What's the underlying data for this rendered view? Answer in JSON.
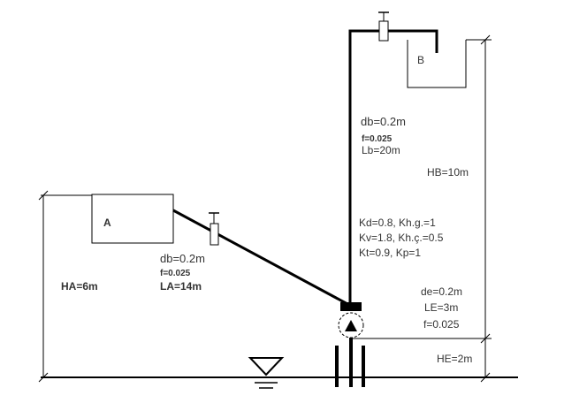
{
  "tanks": {
    "a_label": "A",
    "b_label": "B"
  },
  "pipe_ab": {
    "diameter": "db=0.2m",
    "friction": "f=0.025",
    "length": "LA=14m"
  },
  "pipe_b": {
    "diameter": "db=0.2m",
    "friction": "f=0.025",
    "length": "Lb=20m"
  },
  "heights": {
    "ha": "HA=6m",
    "hb": "HB=10m",
    "he": "HE=2m"
  },
  "coefficients": {
    "line1": "Kd=0.8, Kh.g.=1",
    "line2": "Kv=1.8, Kh.ç.=0.5",
    "line3": "Kt=0.9, Kp=1"
  },
  "suction": {
    "diameter": "de=0.2m",
    "length": "LE=3m",
    "friction": "f=0.025"
  },
  "colors": {
    "line": "#000000",
    "text": "#333333"
  }
}
